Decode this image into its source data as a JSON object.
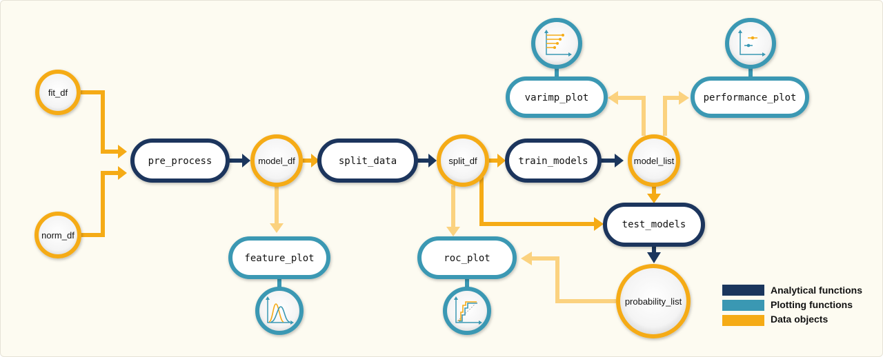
{
  "colors": {
    "analytical": "#1b365d",
    "plotting": "#3a98b3",
    "data": "#f5ab16",
    "data_light": "#fbd27f",
    "plotting_light": "#fbd27f"
  },
  "data_objects": {
    "fit_df": "fit_df",
    "norm_df": "norm_df",
    "model_df": "model_df",
    "split_df": "split_df",
    "model_list": "model_list",
    "probability_list": "probability_list"
  },
  "analytical_functions": {
    "pre_process": "pre_process",
    "split_data": "split_data",
    "train_models": "train_models",
    "test_models": "test_models"
  },
  "plotting_functions": {
    "feature_plot": "feature_plot",
    "roc_plot": "roc_plot",
    "varimp_plot": "varimp_plot",
    "performance_plot": "performance_plot"
  },
  "plot_icons": {
    "feature_plot": "density-plot-icon",
    "roc_plot": "roc-curve-icon",
    "varimp_plot": "lollipop-chart-icon",
    "performance_plot": "dot-interval-chart-icon"
  },
  "legend": {
    "items": [
      {
        "label": "Analytical functions",
        "color": "#1b365d"
      },
      {
        "label": "Plotting functions",
        "color": "#3a98b3"
      },
      {
        "label": "Data objects",
        "color": "#f5ab16"
      }
    ]
  }
}
